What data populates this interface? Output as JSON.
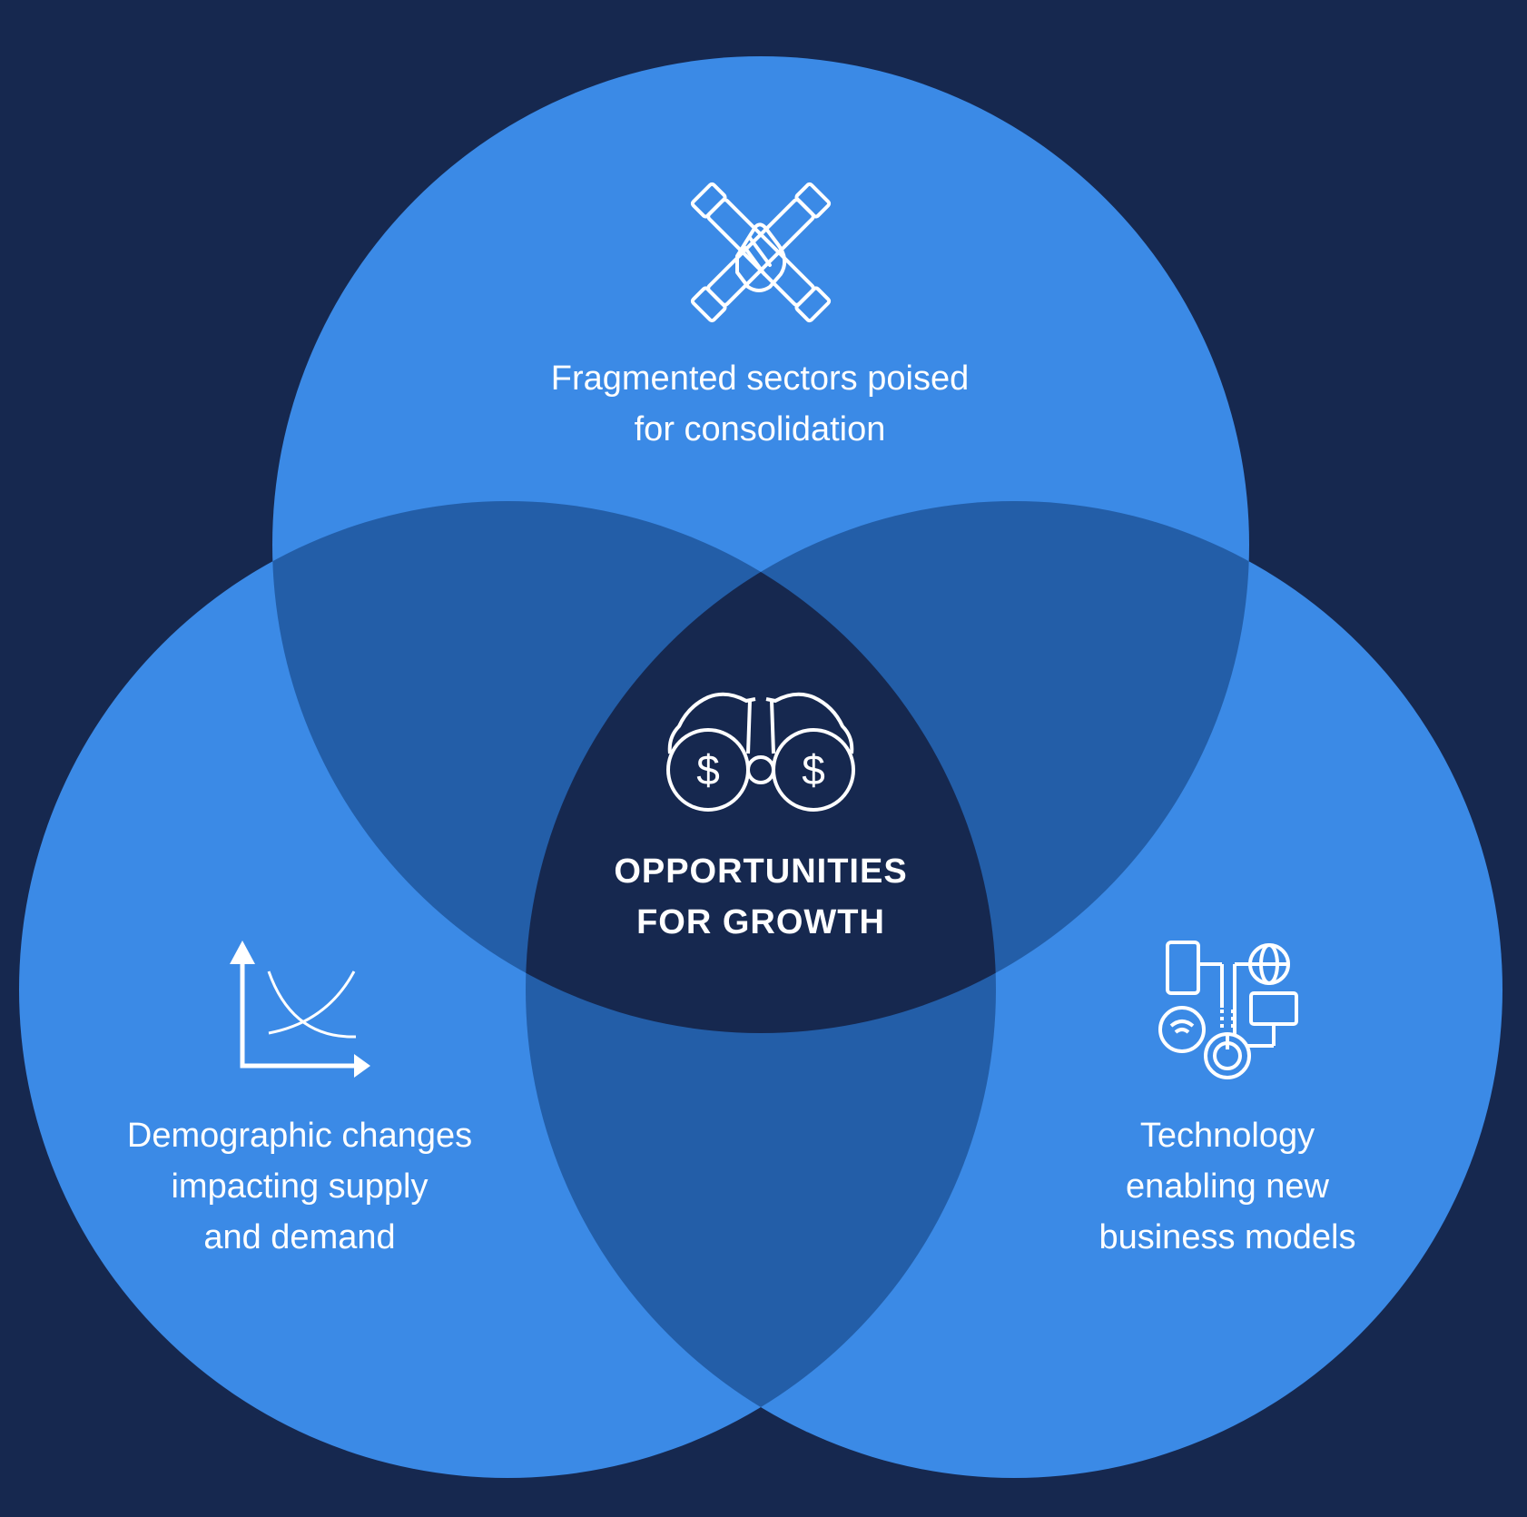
{
  "colors": {
    "background": "#16284f",
    "circle": "#3b8ae6",
    "overlap_two": "#235ea8",
    "overlap_three": "#16284f",
    "text": "#ffffff"
  },
  "diagram": {
    "center": {
      "label_lines": [
        "OPPORTUNITIES",
        "FOR GROWTH"
      ],
      "icon": "binoculars-dollar-icon"
    },
    "circles": [
      {
        "id": "top",
        "label_lines": [
          "Fragmented sectors poised",
          "for consolidation"
        ],
        "icon": "stacked-hands-icon"
      },
      {
        "id": "left",
        "label_lines": [
          "Demographic changes",
          "impacting supply",
          "and demand"
        ],
        "icon": "supply-demand-graph-icon"
      },
      {
        "id": "right",
        "label_lines": [
          "Technology",
          "enabling new",
          "business models"
        ],
        "icon": "connected-devices-icon"
      }
    ]
  }
}
